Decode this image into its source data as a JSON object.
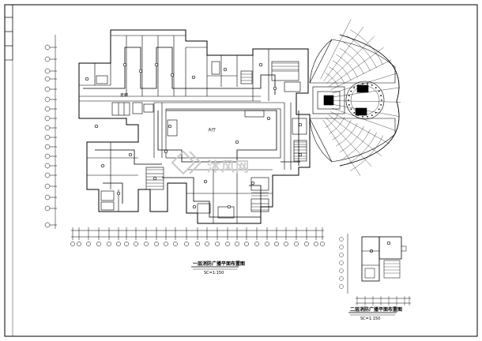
{
  "drawing": {
    "main_title": "一层消防广播平面布置图",
    "main_scale": "SC=1:150",
    "second_title": "二层消防广播平面布置图",
    "second_scale": "SC=1:150",
    "hall_label": "大厅",
    "corridor_label": "走廊",
    "watermark": "沐风网"
  },
  "colors": {
    "line": "#000000",
    "background": "#ffffff",
    "watermark": "#c8c8c8"
  }
}
